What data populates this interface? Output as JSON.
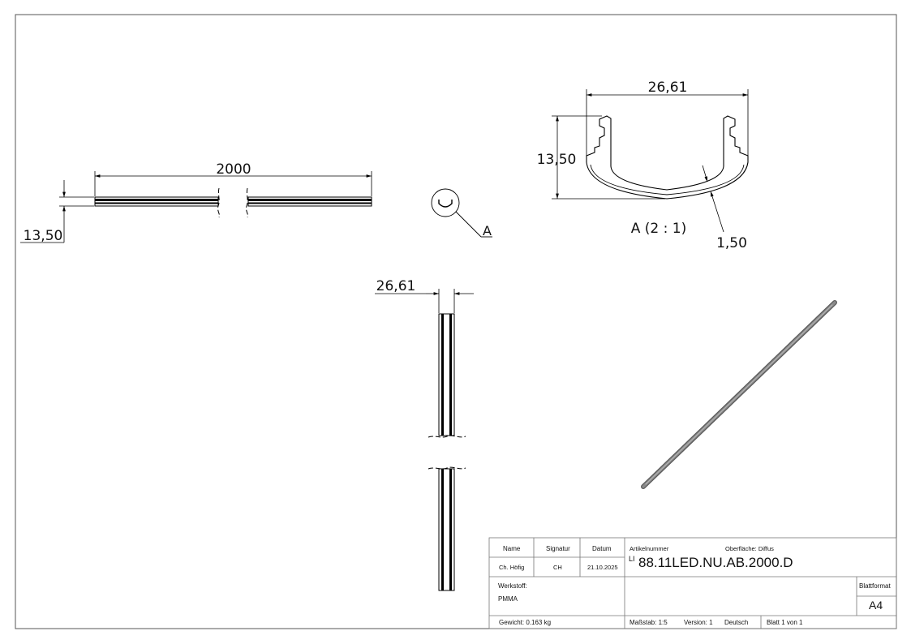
{
  "views": {
    "side": {
      "length_dim": "2000",
      "height_dim": "13,50"
    },
    "detail_marker": {
      "label": "A"
    },
    "detail": {
      "title": "A (2 : 1)",
      "width_dim": "26,61",
      "height_dim": "13,50",
      "wall_dim": "1,50"
    },
    "top": {
      "width_dim": "26,61"
    }
  },
  "title_block": {
    "headers": {
      "name": "Name",
      "signatur": "Signatur",
      "datum": "Datum"
    },
    "values": {
      "name": "Ch. Höfig",
      "signatur": "CH",
      "datum": "21.10.2025"
    },
    "artikelnummer_label": "Artikelnummer",
    "oberflaeche": "Oberfläche: Diffus",
    "article_prefix": "LI",
    "article_number": "88.11LED.NU.AB.2000.D",
    "werkstoff_label": "Werkstoff:",
    "werkstoff": "PMMA",
    "blattformat_label": "Blattformat",
    "blattformat": "A4",
    "gewicht": "Gewicht: 0.163 kg",
    "massstab": "Maßstab: 1:5",
    "version": "Version: 1",
    "sprache": "Deutsch",
    "blatt": "Blatt 1 von 1"
  },
  "colors": {
    "line": "#000000",
    "iso_fill": "#8a8a8a",
    "iso_edge": "#5a5a5a"
  }
}
